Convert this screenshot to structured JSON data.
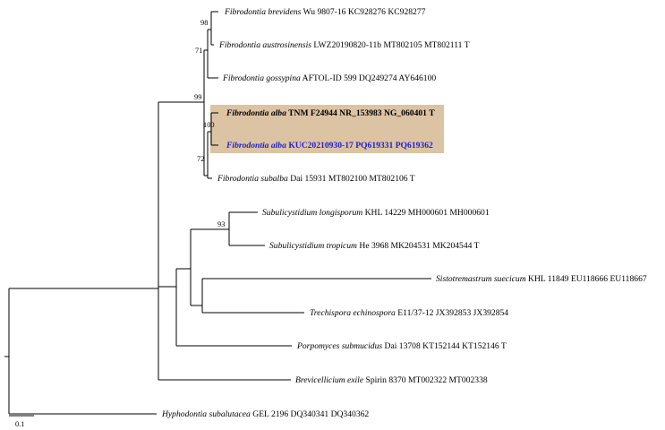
{
  "tree": {
    "scale_bar_label": "0.1",
    "highlight_color": "#dcc3a3",
    "new_species_color": "#1f1fd0",
    "taxa": [
      {
        "id": "brevidens",
        "genus_species": "Fibrodontia brevidens",
        "info": "Wu 9807-16 KC928276 KC928277"
      },
      {
        "id": "austrosinensis",
        "genus_species": "Fibrodontia austrosinensis",
        "info": "LWZ20190820-11b MT802105 MT802111 T"
      },
      {
        "id": "gossypina",
        "genus_species": "Fibrodontia gossypina",
        "info": "AFTOL-ID 599 DQ249274 AY646100"
      },
      {
        "id": "alba1",
        "genus_species": "Fibrodontia alba",
        "info": "TNM F24944 NR_153983 NG_060401 T"
      },
      {
        "id": "alba2",
        "genus_species": "Fibrodontia alba",
        "info": "KUC20210930-17 PQ619331 PQ619362"
      },
      {
        "id": "subalba",
        "genus_species": "Fibrodontia subalba",
        "info": "Dai 15931 MT802100 MT802106 T"
      },
      {
        "id": "longisporum",
        "genus_species": "Subulicystidium longisporum",
        "info": "KHL 14229 MH000601 MH000601"
      },
      {
        "id": "tropicum",
        "genus_species": "Subulicystidium tropicum",
        "info": "He 3968 MK204531 MK204544 T"
      },
      {
        "id": "suecicum",
        "genus_species": "Sistotremastrum suecicum",
        "info": "KHL 11849 EU118666 EU118667"
      },
      {
        "id": "echinospora",
        "genus_species": "Trechispora echinospora",
        "info": "E11/37-12 JX392853 JX392854"
      },
      {
        "id": "submucidus",
        "genus_species": "Porpomyces submucidus",
        "info": "Dai 13708 KT152144 KT152146 T"
      },
      {
        "id": "exile",
        "genus_species": "Brevicellicium exile",
        "info": "Spirin 8370 MT002322 MT002338"
      },
      {
        "id": "subalutacea",
        "genus_species": "Hyphodontia subalutacea",
        "info": "GEL 2196 DQ340341 DQ340362"
      }
    ],
    "support_values": [
      {
        "node": "brevidens-austrosinensis",
        "value": "98"
      },
      {
        "node": "fibrodontia-core",
        "value": "71"
      },
      {
        "node": "fibrodontia",
        "value": "99"
      },
      {
        "node": "alba",
        "value": "100"
      },
      {
        "node": "alba-subalba",
        "value": "72"
      },
      {
        "node": "subulicystidium",
        "value": "93"
      }
    ]
  }
}
